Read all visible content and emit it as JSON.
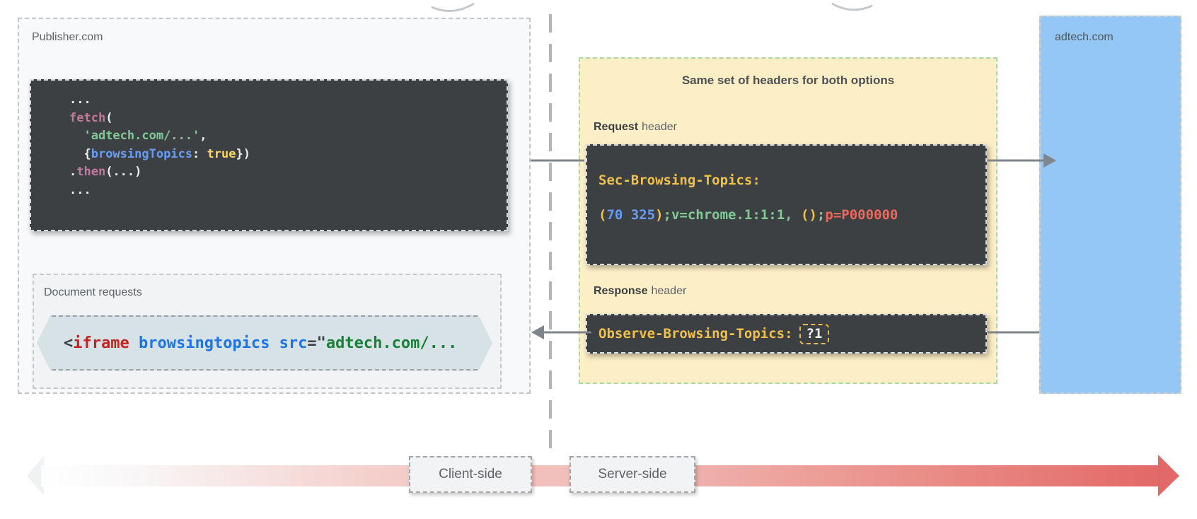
{
  "publisher": {
    "label": "Publisher.com",
    "code_lines": [
      [
        {
          "text": "...",
          "color": "white"
        }
      ],
      [
        {
          "text": "fetch",
          "color": "pink"
        },
        {
          "text": "(",
          "color": "white"
        }
      ],
      [
        {
          "text": "  ",
          "color": "white"
        },
        {
          "text": "'adtech.com/...'",
          "color": "green"
        },
        {
          "text": ",",
          "color": "white"
        }
      ],
      [
        {
          "text": "  {",
          "color": "white"
        },
        {
          "text": "browsingTopics",
          "color": "blue"
        },
        {
          "text": ": ",
          "color": "white"
        },
        {
          "text": "true",
          "color": "yellow"
        },
        {
          "text": "})",
          "color": "white"
        }
      ],
      [
        {
          "text": ".",
          "color": "white"
        },
        {
          "text": "then",
          "color": "pink"
        },
        {
          "text": "(...)",
          "color": "white"
        }
      ],
      [
        {
          "text": "...",
          "color": "white"
        }
      ]
    ],
    "document_requests": {
      "label": "Document requests",
      "iframe_tokens": [
        {
          "text": "<",
          "color": "ink"
        },
        {
          "text": "iframe",
          "color": "htmlred"
        },
        {
          "text": " ",
          "color": "ink"
        },
        {
          "text": "browsingtopics",
          "color": "htmlblue"
        },
        {
          "text": " ",
          "color": "ink"
        },
        {
          "text": "src",
          "color": "htmlblue"
        },
        {
          "text": "=\"",
          "color": "ink"
        },
        {
          "text": "adtech.com/...",
          "color": "htmlgreen"
        }
      ]
    }
  },
  "headers_panel": {
    "title": "Same set of headers for both options",
    "request_label_bold": "Request",
    "request_label_rest": "header",
    "request_header_name": "Sec-Browsing-Topics:",
    "request_value_tokens": [
      {
        "text": "(",
        "color": "gold"
      },
      {
        "text": "70 325",
        "color": "blue"
      },
      {
        "text": ")",
        "color": "gold"
      },
      {
        "text": ";v=chrome.1:1:1,",
        "color": "green"
      },
      {
        "text": " ",
        "color": "white"
      },
      {
        "text": "()",
        "color": "gold"
      },
      {
        "text": ";",
        "color": "green"
      },
      {
        "text": "p=P000000",
        "color": "red"
      }
    ],
    "response_label_bold": "Response",
    "response_label_rest": "header",
    "response_header_name": "Observe-Browsing-Topics:",
    "response_value": "?1"
  },
  "adtech": {
    "label": "adtech.com"
  },
  "timeline": {
    "client_label": "Client-side",
    "server_label": "Server-side"
  },
  "colors": {
    "code_block_bg": "#3c4043",
    "yellow_panel_bg": "#fceec5",
    "yellow_panel_border": "#afd6a6",
    "blue_panel_bg": "#94c7f4",
    "timeline_red": "#e26967",
    "arrow_gray": "#7f858a",
    "token_pink": "#c4799b",
    "token_green": "#81c995",
    "token_blue": "#669df6",
    "token_yellow": "#fdd663",
    "token_gold": "#f2c14a",
    "token_red": "#ee675c",
    "iframe_red": "#c5221f",
    "iframe_blue": "#1a73e8",
    "iframe_green": "#188038"
  }
}
